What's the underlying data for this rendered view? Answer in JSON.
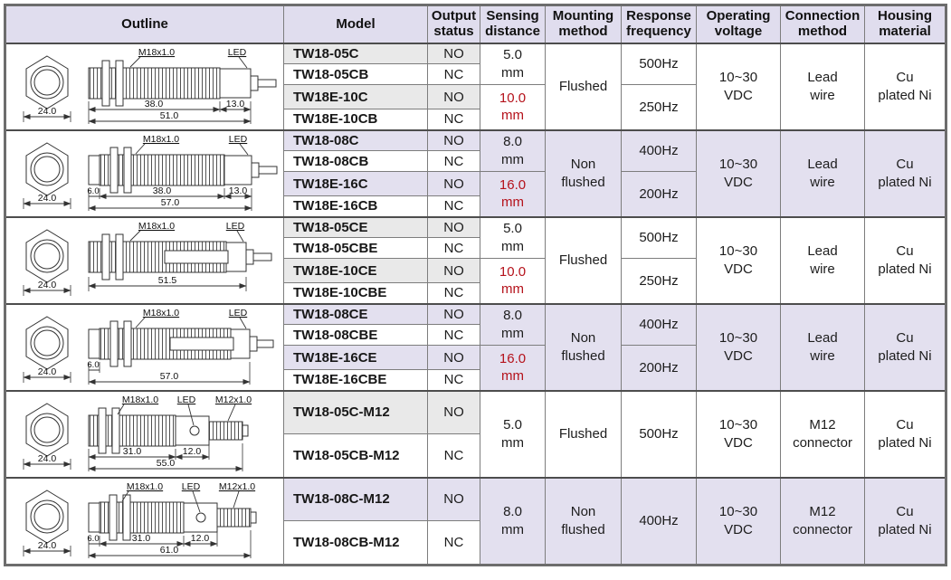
{
  "colors": {
    "header_bg": "#e0ddee",
    "lavender_row": "#e3e0ef",
    "gray_row_shade": "#e9e9e9",
    "model_red": "#b5121b",
    "frame_gray": "#6d6d6d"
  },
  "header": {
    "columns": [
      "Outline",
      "Model",
      "Output\nstatus",
      "Sensing\ndistance",
      "Mounting\nmethod",
      "Response\nfrequency",
      "Operating\nvoltage",
      "Connection\nmethod",
      "Housing\nmaterial"
    ]
  },
  "groups": [
    {
      "outline": {
        "hex_width": "24.0",
        "labels": [
          "M18x1.0",
          "LED"
        ],
        "dims": [
          "38.0",
          "13.0"
        ],
        "total": "51.0"
      },
      "models": [
        {
          "name": "TW18-05C",
          "output": "NO"
        },
        {
          "name": "TW18-05CB",
          "output": "NC"
        },
        {
          "name": "TW18E-10C",
          "output": "NO"
        },
        {
          "name": "TW18E-10CB",
          "output": "NC"
        }
      ],
      "sensing": [
        "5.0\nmm",
        "10.0\nmm"
      ],
      "mounting": "Flushed",
      "response": [
        "500Hz",
        "250Hz"
      ],
      "voltage": "10~30\nVDC",
      "connection": "Lead\nwire",
      "housing": "Cu\nplated Ni"
    },
    {
      "outline": {
        "hex_width": "24.0",
        "labels": [
          "M18x1.0",
          "LED"
        ],
        "dims": [
          "6.0",
          "38.0",
          "13.0"
        ],
        "total": "57.0"
      },
      "models": [
        {
          "name": "TW18-08C",
          "output": "NO"
        },
        {
          "name": "TW18-08CB",
          "output": "NC"
        },
        {
          "name": "TW18E-16C",
          "output": "NO"
        },
        {
          "name": "TW18E-16CB",
          "output": "NC"
        }
      ],
      "sensing": [
        "8.0\nmm",
        "16.0\nmm"
      ],
      "mounting": "Non\nflushed",
      "response": [
        "400Hz",
        "200Hz"
      ],
      "voltage": "10~30\nVDC",
      "connection": "Lead\nwire",
      "housing": "Cu\nplated Ni"
    },
    {
      "outline": {
        "hex_width": "24.0",
        "labels": [
          "M18x1.0",
          "LED"
        ],
        "dims": [],
        "total": "51.5"
      },
      "models": [
        {
          "name": "TW18-05CE",
          "output": "NO"
        },
        {
          "name": "TW18-05CBE",
          "output": "NC"
        },
        {
          "name": "TW18E-10CE",
          "output": "NO"
        },
        {
          "name": "TW18E-10CBE",
          "output": "NC"
        }
      ],
      "sensing": [
        "5.0\nmm",
        "10.0\nmm"
      ],
      "mounting": "Flushed",
      "response": [
        "500Hz",
        "250Hz"
      ],
      "voltage": "10~30\nVDC",
      "connection": "Lead\nwire",
      "housing": "Cu\nplated Ni"
    },
    {
      "outline": {
        "hex_width": "24.0",
        "labels": [
          "M18x1.0",
          "LED"
        ],
        "dims": [
          "6.0"
        ],
        "total": "57.0"
      },
      "models": [
        {
          "name": "TW18-08CE",
          "output": "NO"
        },
        {
          "name": "TW18-08CBE",
          "output": "NC"
        },
        {
          "name": "TW18E-16CE",
          "output": "NO"
        },
        {
          "name": "TW18E-16CBE",
          "output": "NC"
        }
      ],
      "sensing": [
        "8.0\nmm",
        "16.0\nmm"
      ],
      "mounting": "Non\nflushed",
      "response": [
        "400Hz",
        "200Hz"
      ],
      "voltage": "10~30\nVDC",
      "connection": "Lead\nwire",
      "housing": "Cu\nplated Ni"
    },
    {
      "outline": {
        "hex_width": "24.0",
        "labels": [
          "M18x1.0",
          "LED",
          "M12x1.0"
        ],
        "dims": [
          "31.0",
          "12.0"
        ],
        "total": "55.0"
      },
      "models": [
        {
          "name": "TW18-05C-M12",
          "output": "NO"
        },
        {
          "name": "TW18-05CB-M12",
          "output": "NC"
        }
      ],
      "sensing": [
        "5.0\nmm"
      ],
      "mounting": "Flushed",
      "response": [
        "500Hz"
      ],
      "voltage": "10~30\nVDC",
      "connection": "M12\nconnector",
      "housing": "Cu\nplated Ni"
    },
    {
      "outline": {
        "hex_width": "24.0",
        "labels": [
          "M18x1.0",
          "LED",
          "M12x1.0"
        ],
        "dims": [
          "6.0",
          "31.0",
          "12.0"
        ],
        "total": "61.0"
      },
      "models": [
        {
          "name": "TW18-08C-M12",
          "output": "NO"
        },
        {
          "name": "TW18-08CB-M12",
          "output": "NC"
        }
      ],
      "sensing": [
        "8.0\nmm"
      ],
      "mounting": "Non\nflushed",
      "response": [
        "400Hz"
      ],
      "voltage": "10~30\nVDC",
      "connection": "M12\nconnector",
      "housing": "Cu\nplated Ni"
    }
  ]
}
